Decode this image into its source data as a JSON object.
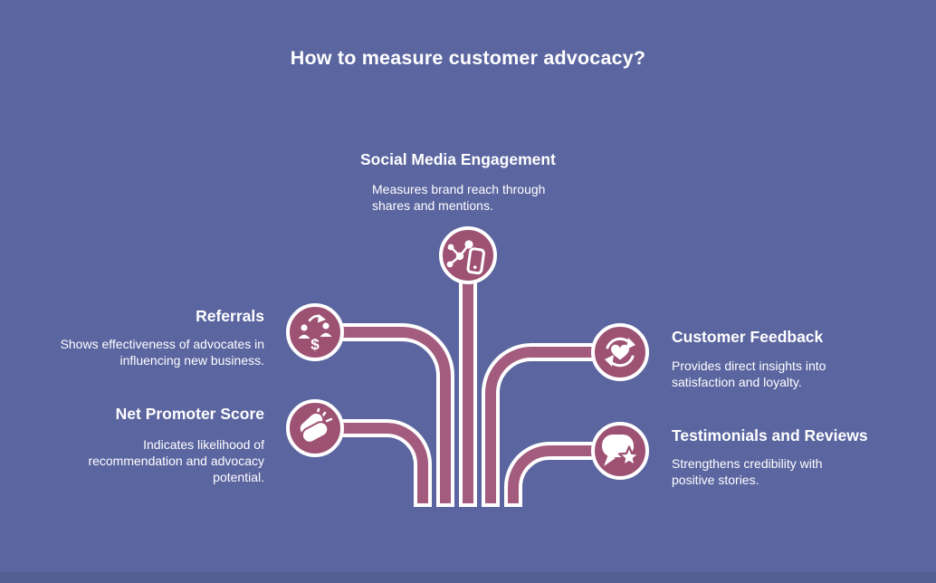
{
  "title": "How to measure customer advocacy?",
  "colors": {
    "bg": "#5b65a0",
    "node": "#9e5273",
    "connector": "#a45c7e",
    "text": "#ffffff",
    "strip": "#545e93"
  },
  "nodes": {
    "social": {
      "label": "Social Media Engagement",
      "description": "Measures brand reach through shares and mentions.",
      "icon": "share-network-phone-icon"
    },
    "referrals": {
      "label": "Referrals",
      "description": "Shows effectiveness of advocates in influencing new business.",
      "icon": "referral-exchange-icon",
      "dollar_glyph": "$"
    },
    "nps": {
      "label": "Net Promoter Score",
      "description": "Indicates likelihood of recommendation and advocacy potential.",
      "icon": "clapping-hands-icon"
    },
    "feedback": {
      "label": "Customer Feedback",
      "description": "Provides direct insights into satisfaction and loyalty.",
      "icon": "heart-refresh-icon"
    },
    "testimonials": {
      "label": "Testimonials and Reviews",
      "description": "Strengthens credibility with positive stories.",
      "icon": "speech-bubble-star-icon"
    }
  }
}
